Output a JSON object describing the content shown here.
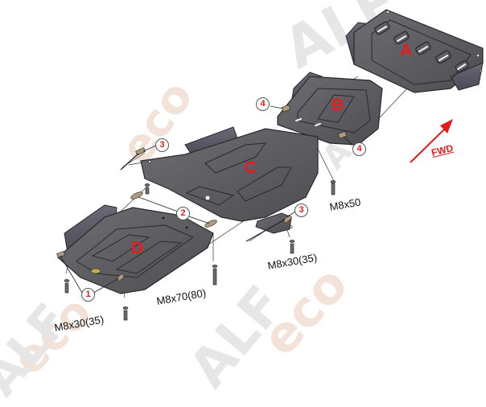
{
  "diagram": {
    "type": "exploded-assembly",
    "watermark": {
      "brand": "ALF",
      "suffix": "eco",
      "colors": {
        "gray": "#e6e6e6",
        "peach": "#f3e2d8"
      }
    },
    "plates": [
      {
        "id": "A",
        "label": "A"
      },
      {
        "id": "B",
        "label": "B"
      },
      {
        "id": "C",
        "label": "C"
      },
      {
        "id": "D",
        "label": "D"
      }
    ],
    "callouts": [
      {
        "number": "1",
        "label": "1"
      },
      {
        "number": "2",
        "label": "2"
      },
      {
        "number": "3",
        "label": "3"
      },
      {
        "number": "4",
        "label": "4"
      }
    ],
    "bolt_labels": {
      "m8x50": "M8x50",
      "m8x30_35_right": "M8x30(35)",
      "m8x70_80": "M8x70(80)",
      "m8x30_35_left": "M8x30(35)"
    },
    "direction": {
      "label": "FWD",
      "color": "#e21b1b"
    },
    "colors": {
      "plate_fill": "#5b5b5e",
      "plate_edge": "#2a2a2c",
      "plate_inner": "#6a6a6e",
      "letter_red": "#e81c1c",
      "bracket_tan": "#b39a7c"
    }
  }
}
